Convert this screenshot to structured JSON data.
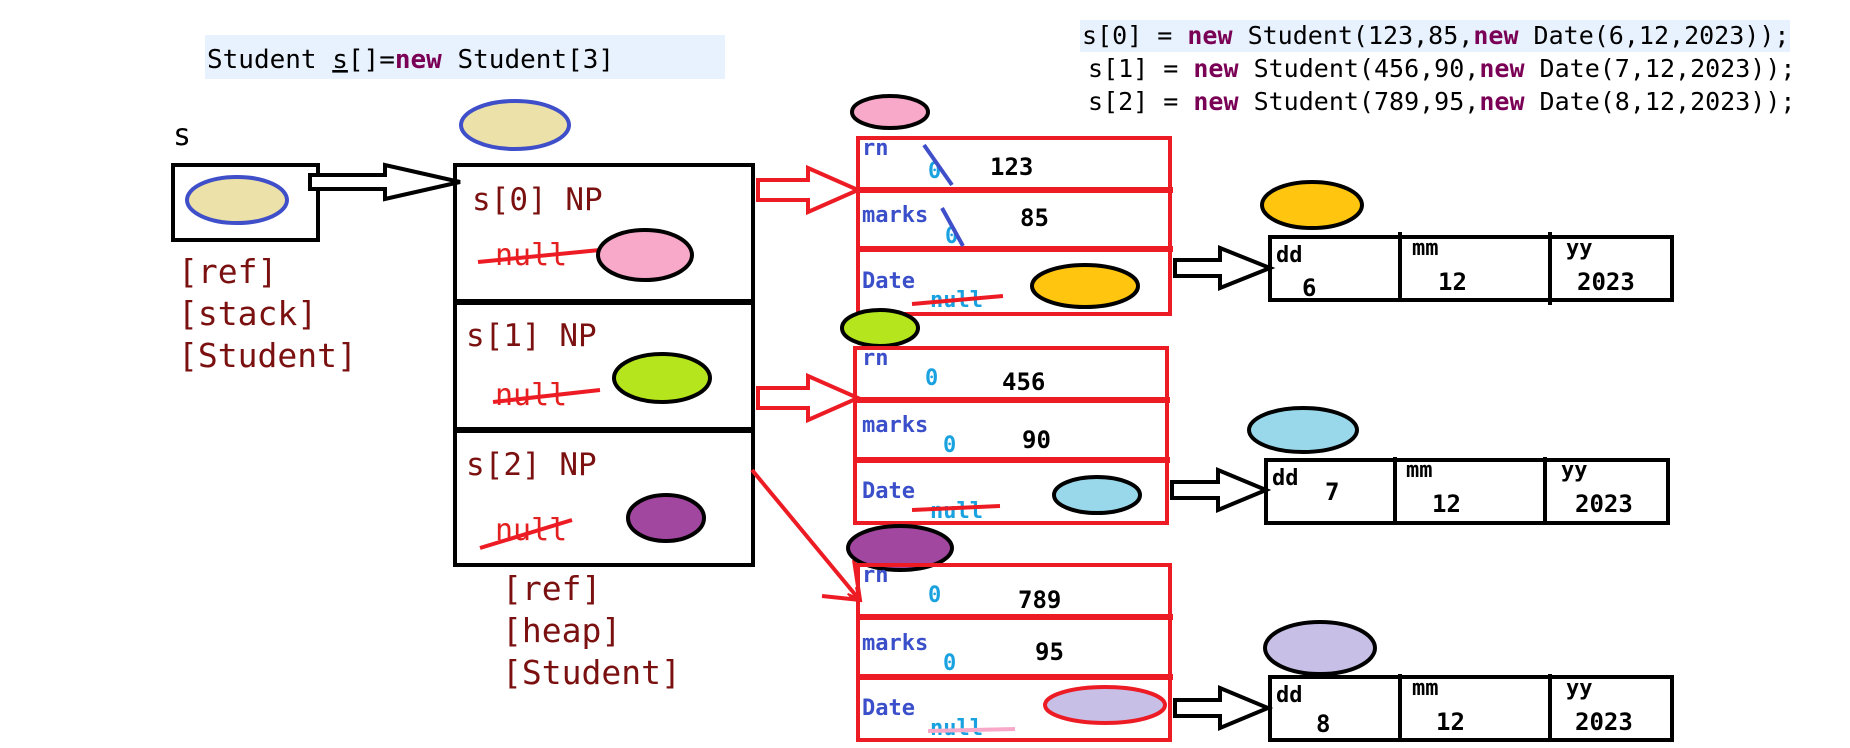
{
  "code": {
    "decl": {
      "type": "Student",
      "var": "s",
      "mid": "[]=",
      "kw": "new",
      "rest": "Student[3]"
    },
    "lines": [
      {
        "lhs": "s[0] = ",
        "kw1": "new",
        "mid": " Student(123,85,",
        "kw2": "new",
        "tail": " Date(6,12,2023));"
      },
      {
        "lhs": "s[1] = ",
        "kw1": "new",
        "mid": " Student(456,90,",
        "kw2": "new",
        "tail": " Date(7,12,2023));"
      },
      {
        "lhs": "s[2] = ",
        "kw1": "new",
        "mid": " Student(789,95,",
        "kw2": "new",
        "tail": " Date(8,12,2023));"
      }
    ]
  },
  "ref_var": {
    "name": "s",
    "labels": [
      "[ref]",
      "[stack]",
      "[Student]"
    ]
  },
  "array": {
    "cells": [
      {
        "label": "s[0] NP",
        "old": "null"
      },
      {
        "label": "s[1] NP",
        "old": "null"
      },
      {
        "label": "s[2] NP",
        "old": "null"
      }
    ],
    "labels": [
      "[ref]",
      "[heap]",
      "[Student]"
    ]
  },
  "students": [
    {
      "rn_label": "rn",
      "rn_default": "0",
      "rn": "123",
      "marks_label": "marks",
      "marks_default": "0",
      "marks": "85",
      "date_label": "Date",
      "date_default": "null"
    },
    {
      "rn_label": "rn",
      "rn_default": "0",
      "rn": "456",
      "marks_label": "marks",
      "marks_default": "0",
      "marks": "90",
      "date_label": "Date",
      "date_default": "null"
    },
    {
      "rn_label": "rn",
      "rn_default": "0",
      "rn": "789",
      "marks_label": "marks",
      "marks_default": "0",
      "marks": "95",
      "date_label": "Date",
      "date_default": "null"
    }
  ],
  "dates": [
    {
      "dd_label": "dd",
      "dd": "6",
      "mm_label": "mm",
      "mm": "12",
      "yy_label": "yy",
      "yy": "2023"
    },
    {
      "dd_label": "dd",
      "dd": "7",
      "mm_label": "mm",
      "mm": "12",
      "yy_label": "yy",
      "yy": "2023"
    },
    {
      "dd_label": "dd",
      "dd": "8",
      "mm_label": "mm",
      "mm": "12",
      "yy_label": "yy",
      "yy": "2023"
    }
  ],
  "colors": {
    "ref_object": "#ece1a9",
    "ref_outline": "#3f4fc9",
    "student0": "#f8a9c9",
    "student1": "#b5e61d",
    "student2": "#a2479f",
    "date0": "#ffc50f",
    "date1": "#99d8ea",
    "date2": "#c8bfe7",
    "red_box": "#ed1c24",
    "strike": "#ed1c24"
  }
}
